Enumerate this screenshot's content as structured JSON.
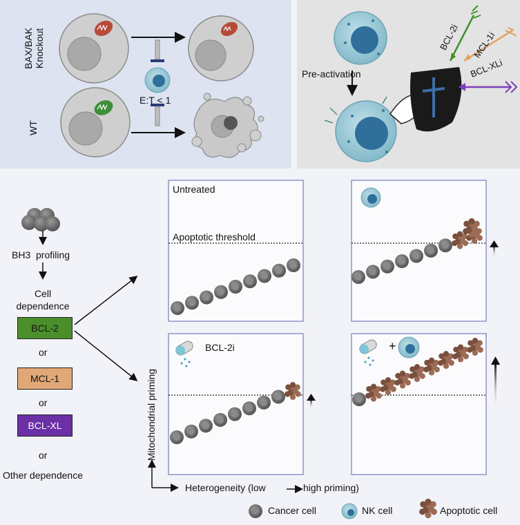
{
  "top_left": {
    "knockout_label_line1": "BAX/BAK",
    "knockout_label_line2": "Knockout",
    "wt_label": "WT",
    "ratio_label": "E:T < 1"
  },
  "top_right": {
    "pre_activation": "Pre-activation",
    "bcl2i": "BCL-2i",
    "mcl1i": "MCL-1i",
    "bclxli": "BCL-XLi"
  },
  "flow": {
    "bh3_profiling": "BH3  profiling",
    "cell_dependence_line1": "Cell",
    "cell_dependence_line2": "dependence",
    "options": [
      {
        "label": "BCL-2",
        "color": "#4a8f2c"
      },
      {
        "label": "MCL-1",
        "color": "#e0a877"
      },
      {
        "label": "BCL-XL",
        "color": "#6b2fa6"
      }
    ],
    "or": "or",
    "other_dependence": "Other dependence"
  },
  "panels": {
    "untreated": "Untreated",
    "apoptotic_threshold": "Apoptotic threshold",
    "bcl2i": "BCL-2i",
    "plus": "+"
  },
  "axes": {
    "y_label": "Mitochondrial priming",
    "x_label_prefix": "Heterogeneity (low",
    "x_label_suffix": "high priming)"
  },
  "legend": {
    "cancer_cell": "Cancer cell",
    "nk_cell": "NK cell",
    "apoptotic_cell": "Apoptotic cell"
  }
}
